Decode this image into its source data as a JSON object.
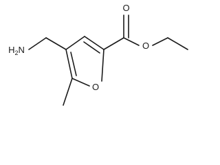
{
  "molecule": {
    "atoms": {
      "ester_carbonyl_oxygen": "O",
      "ester_ether_oxygen": "O",
      "ring_oxygen": "O",
      "amine": "H2N"
    }
  }
}
